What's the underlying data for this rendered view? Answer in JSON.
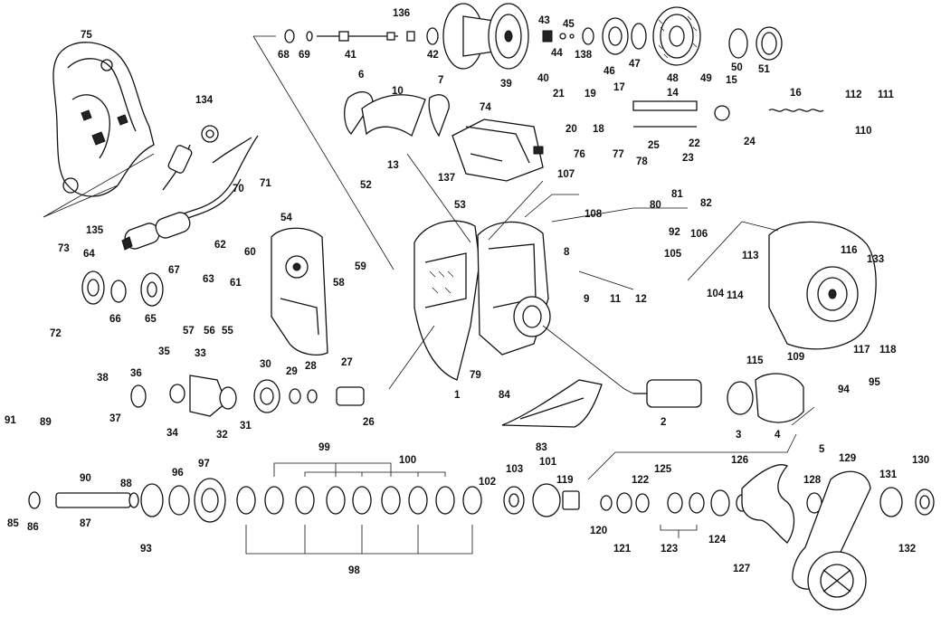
{
  "diagram": {
    "background": "#ffffff",
    "ink": "#111111",
    "callouts": [
      "1",
      "2",
      "3",
      "4",
      "5",
      "6",
      "7",
      "8",
      "9",
      "10",
      "11",
      "12",
      "13",
      "14",
      "15",
      "16",
      "17",
      "18",
      "19",
      "20",
      "21",
      "22",
      "23",
      "24",
      "25",
      "26",
      "27",
      "28",
      "29",
      "30",
      "31",
      "32",
      "33",
      "34",
      "35",
      "36",
      "37",
      "38",
      "39",
      "40",
      "41",
      "42",
      "43",
      "44",
      "45",
      "46",
      "47",
      "48",
      "49",
      "50",
      "51",
      "52",
      "53",
      "54",
      "55",
      "56",
      "57",
      "58",
      "59",
      "60",
      "61",
      "62",
      "63",
      "64",
      "65",
      "66",
      "67",
      "68",
      "69",
      "70",
      "71",
      "72",
      "73",
      "74",
      "75",
      "76",
      "77",
      "78",
      "79",
      "80",
      "81",
      "82",
      "83",
      "84",
      "85",
      "86",
      "87",
      "88",
      "89",
      "90",
      "91",
      "92",
      "93",
      "94",
      "95",
      "96",
      "97",
      "98",
      "99",
      "100",
      "101",
      "102",
      "103",
      "104",
      "105",
      "106",
      "107",
      "108",
      "109",
      "110",
      "111",
      "112",
      "113",
      "114",
      "115",
      "116",
      "117",
      "118",
      "119",
      "120",
      "121",
      "122",
      "123",
      "124",
      "125",
      "126",
      "127",
      "128",
      "129",
      "130",
      "131",
      "132",
      "133",
      "134",
      "135",
      "136",
      "137",
      "138"
    ]
  }
}
